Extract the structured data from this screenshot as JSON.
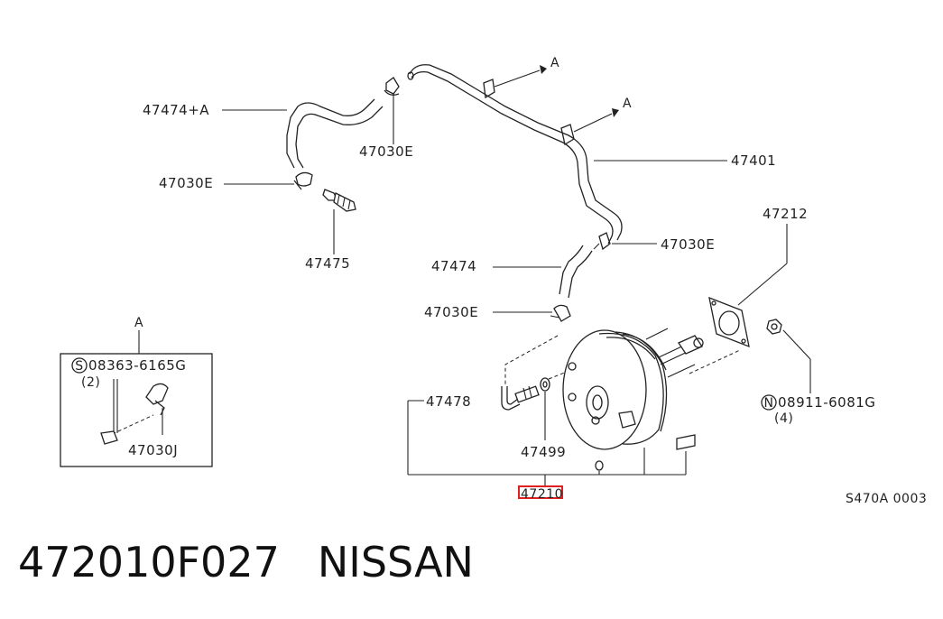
{
  "diagram": {
    "labels": {
      "l_47474a": "47474+A",
      "l_47030e_1": "47030E",
      "l_47030e_2": "47030E",
      "l_47475": "47475",
      "l_47401": "47401",
      "l_47030e_3": "47030E",
      "l_47474": "47474",
      "l_47030e_4": "47030E",
      "l_47212": "47212",
      "l_47478": "47478",
      "l_47499": "47499",
      "l_47210": "47210",
      "l_08911": "08911-6081G",
      "l_08911_qty": "(4)",
      "l_08363": "08363-6165G",
      "l_08363_qty": "(2)",
      "l_47030j": "47030J",
      "l_a1": "A",
      "l_a2": "A",
      "l_a3": "A",
      "l_code": "S470A 0003",
      "sym_n": "N",
      "sym_s": "S"
    }
  },
  "caption": {
    "part_number": "472010F027",
    "brand": "NISSAN"
  }
}
